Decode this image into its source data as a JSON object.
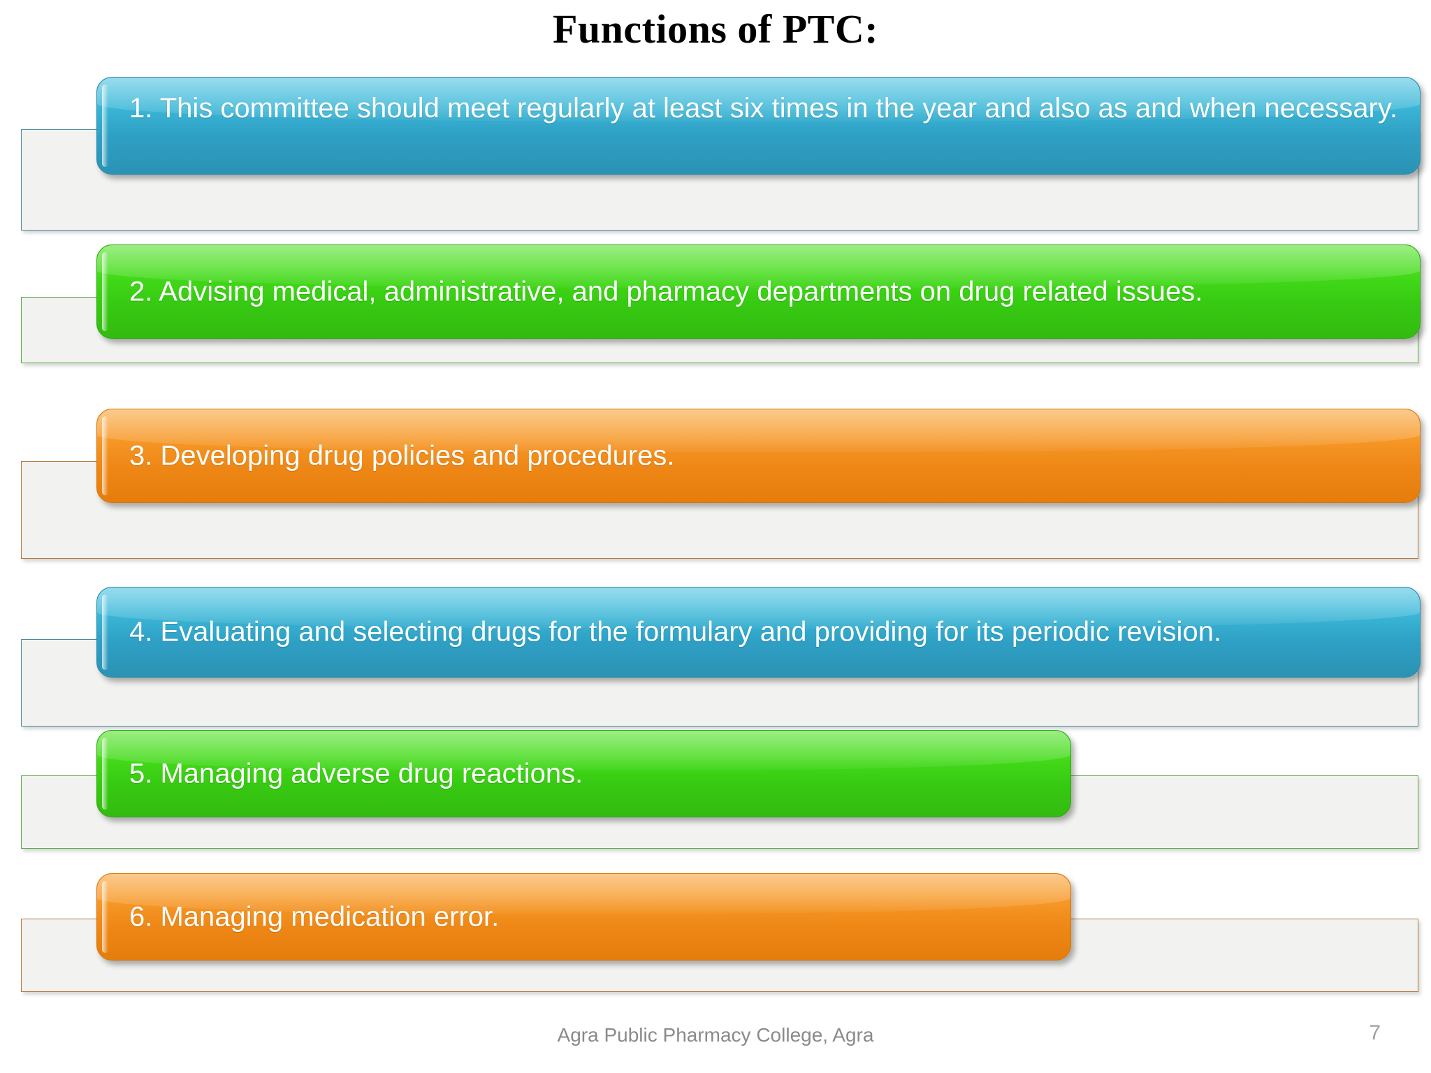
{
  "slide": {
    "title": "Functions of PTC:",
    "background_color": "#ffffff"
  },
  "colors": {
    "blue": "#2e9fc4",
    "green": "#37ca12",
    "orange": "#ee8715",
    "panel": "#f2f2f0",
    "text_on_bar": "#ffffff",
    "footer_text": "#8a8a8a"
  },
  "items": [
    {
      "number": "1.",
      "text": "1. This committee should meet regularly at least six times in the year and also as and when necessary.",
      "color": "blue"
    },
    {
      "number": "2.",
      "text": "2. Advising medical, administrative, and pharmacy departments on drug related issues.",
      "color": "green"
    },
    {
      "number": "3.",
      "text": "3. Developing drug policies and procedures.",
      "color": "orange"
    },
    {
      "number": "4.",
      "text": "4. Evaluating and selecting drugs for the formulary and providing for its periodic revision.",
      "color": "blue"
    },
    {
      "number": "5.",
      "text": "5. Managing adverse drug reactions.",
      "color": "green"
    },
    {
      "number": "6.",
      "text": "6. Managing medication error.",
      "color": "orange"
    }
  ],
  "footer": {
    "institution": "Agra Public Pharmacy College, Agra",
    "page_number": "7"
  }
}
